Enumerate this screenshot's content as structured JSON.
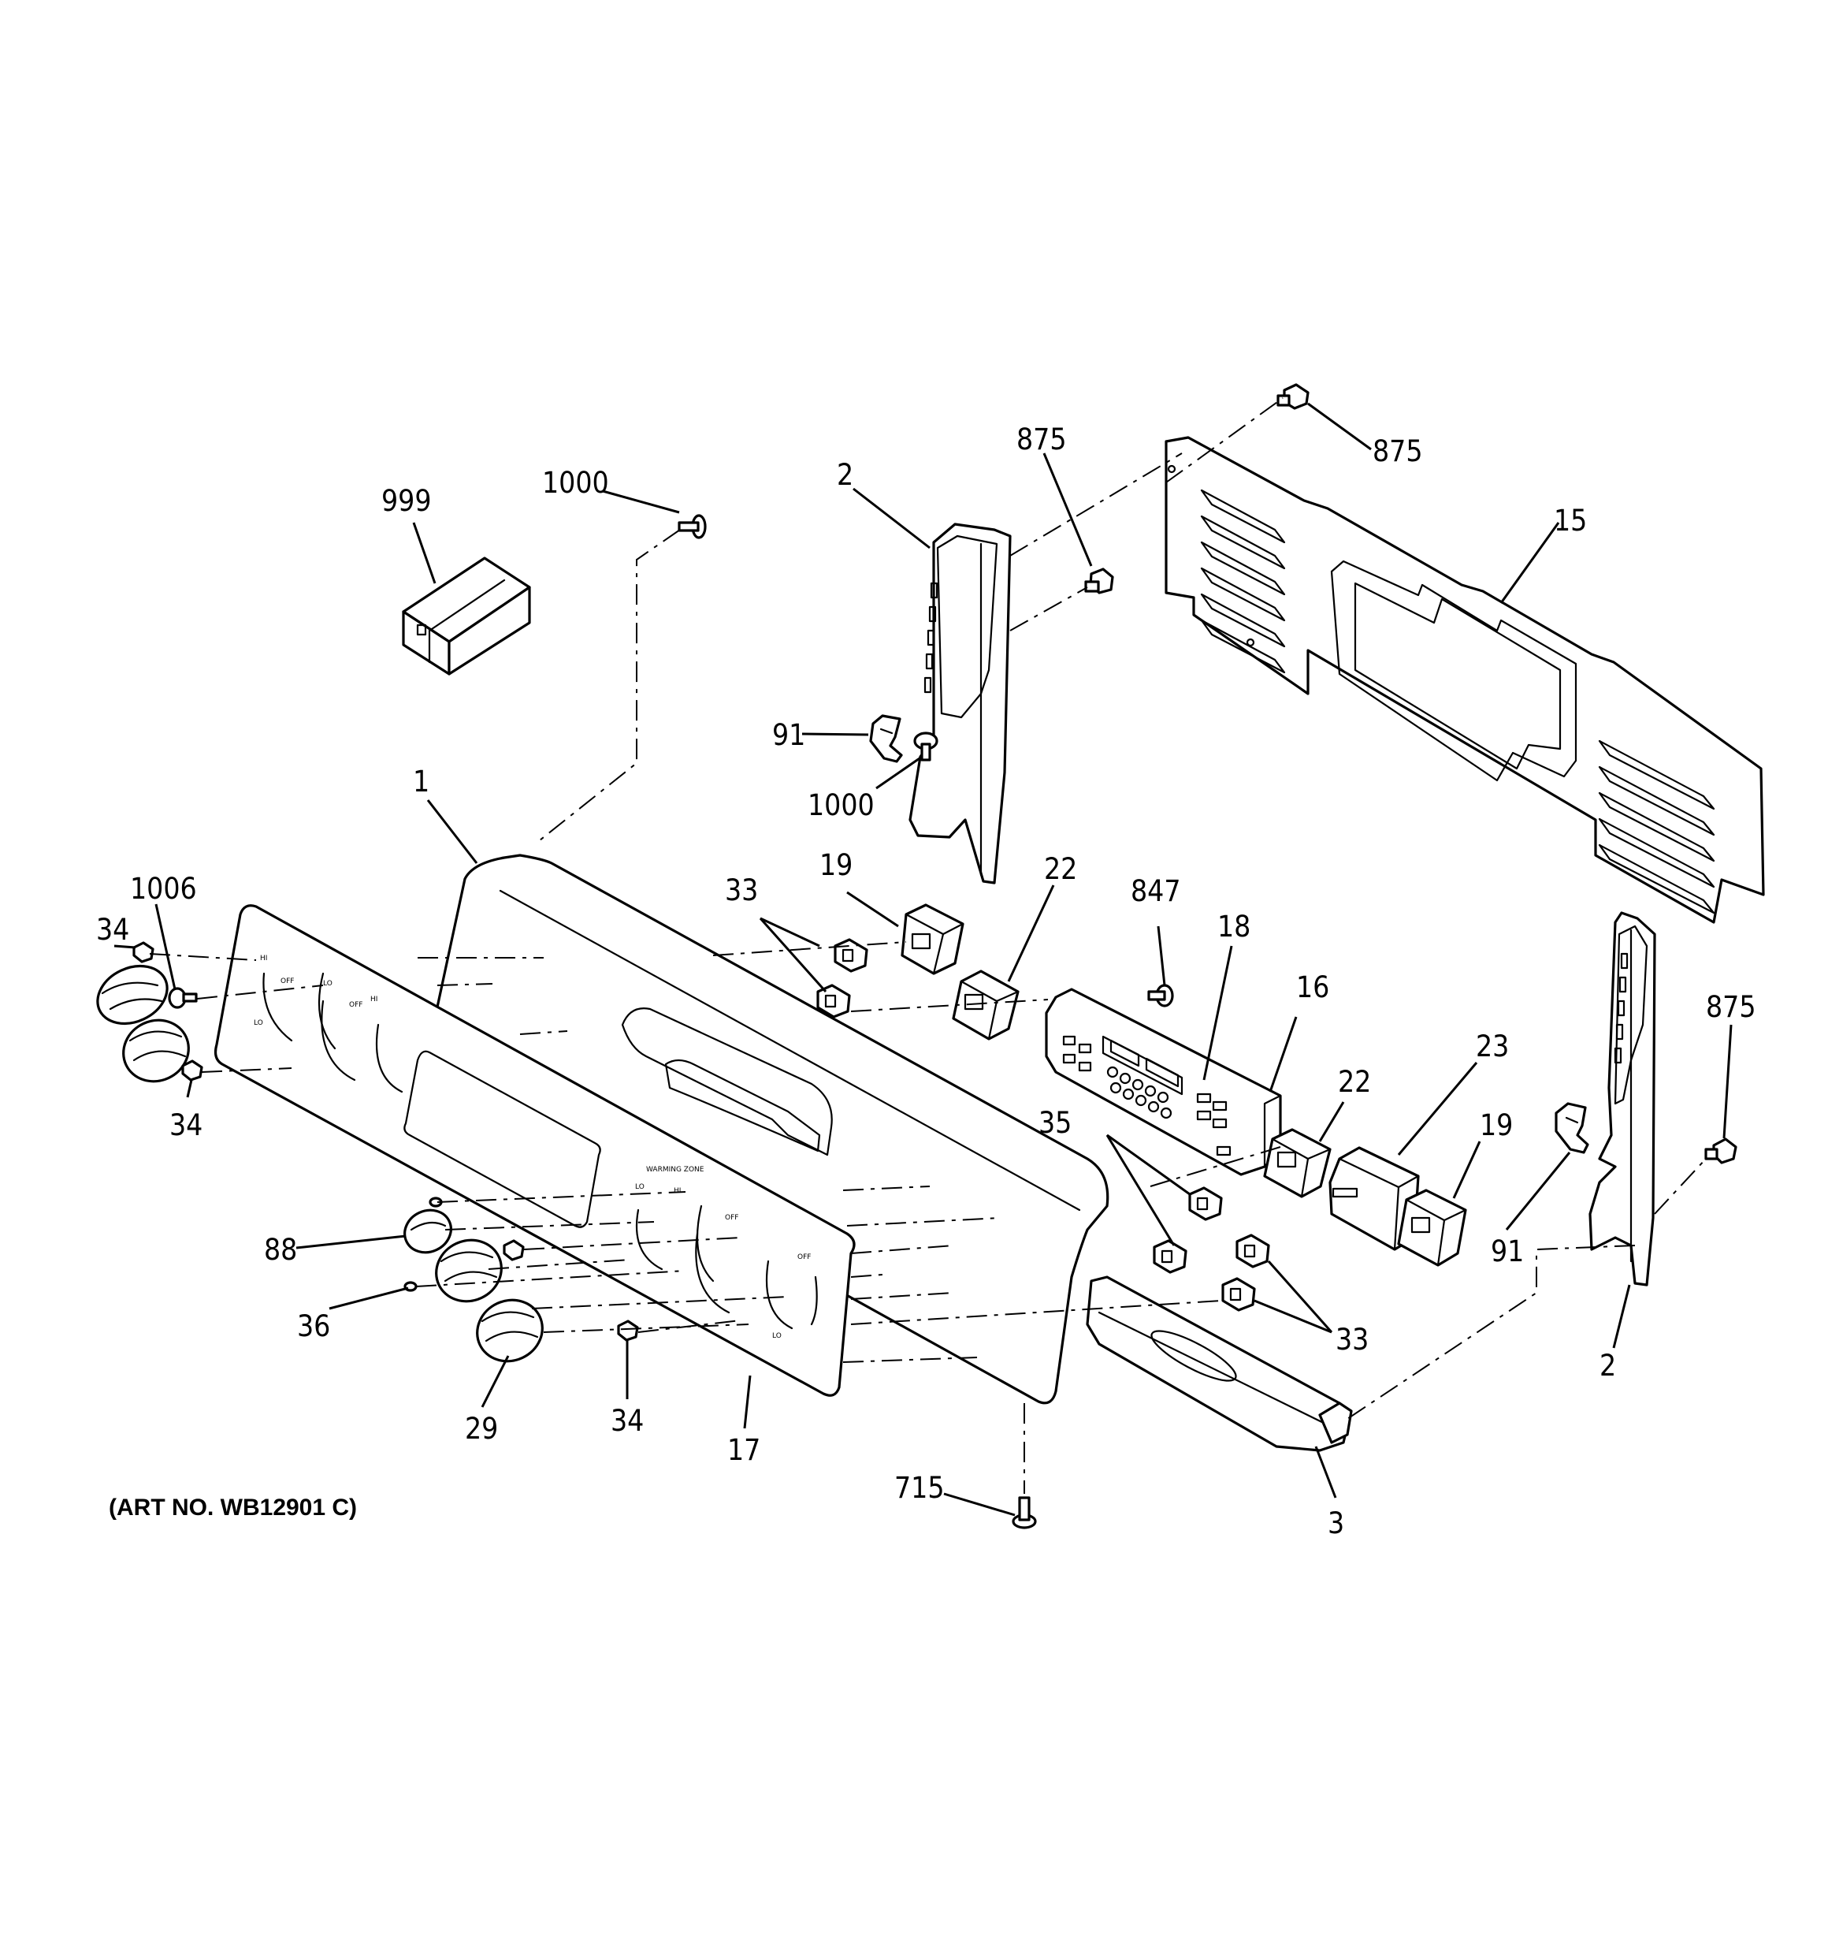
{
  "art_number": "(ART NO. WB12901 C)",
  "callouts": {
    "c999": "999",
    "c1000_top": "1000",
    "c2_top": "2",
    "c875_top": "875",
    "c875_right_top": "875",
    "c15": "15",
    "c91_left": "91",
    "c1000_mid": "1000",
    "c1": "1",
    "c1006": "1006",
    "c34_left": "34",
    "c34_left_low": "34",
    "c33_top": "33",
    "c19_top": "19",
    "c22_top": "22",
    "c847": "847",
    "c18": "18",
    "c16": "16",
    "c23": "23",
    "c22_mid": "22",
    "c35": "35",
    "c19_right": "19",
    "c875_right": "875",
    "c91_right": "91",
    "c2_right": "2",
    "c88": "88",
    "c36": "36",
    "c29": "29",
    "c34_bottom": "34",
    "c17": "17",
    "c33_bottom": "33",
    "c715": "715",
    "c3": "3"
  },
  "panel_markings": {
    "off": "OFF",
    "hi": "HI",
    "lo": "LO",
    "warming_zone": "WARMING ZONE"
  }
}
